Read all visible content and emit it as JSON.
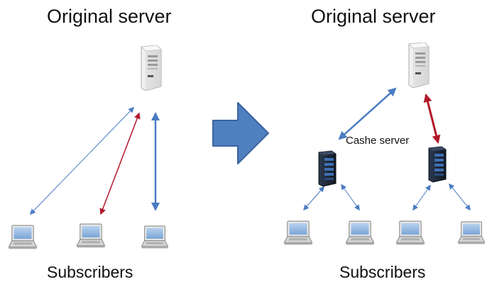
{
  "left_panel": {
    "title": "Original server",
    "footer": "Subscribers"
  },
  "right_panel": {
    "title": "Original server",
    "cache_label": "Cashe server",
    "footer": "Subscribers"
  },
  "colors": {
    "blue_arrow": "#4a7cc2",
    "red_arrow": "#b2182b",
    "big_arrow_fill": "#4f7fbf",
    "big_arrow_stroke": "#3a64a0",
    "server_body": "#e6e6e6",
    "rack_body": "#1f2a3a",
    "laptop_screen": "#8fb4de"
  },
  "icons": [
    "server-icon",
    "rack-server-icon",
    "laptop-icon",
    "right-arrow-icon"
  ]
}
